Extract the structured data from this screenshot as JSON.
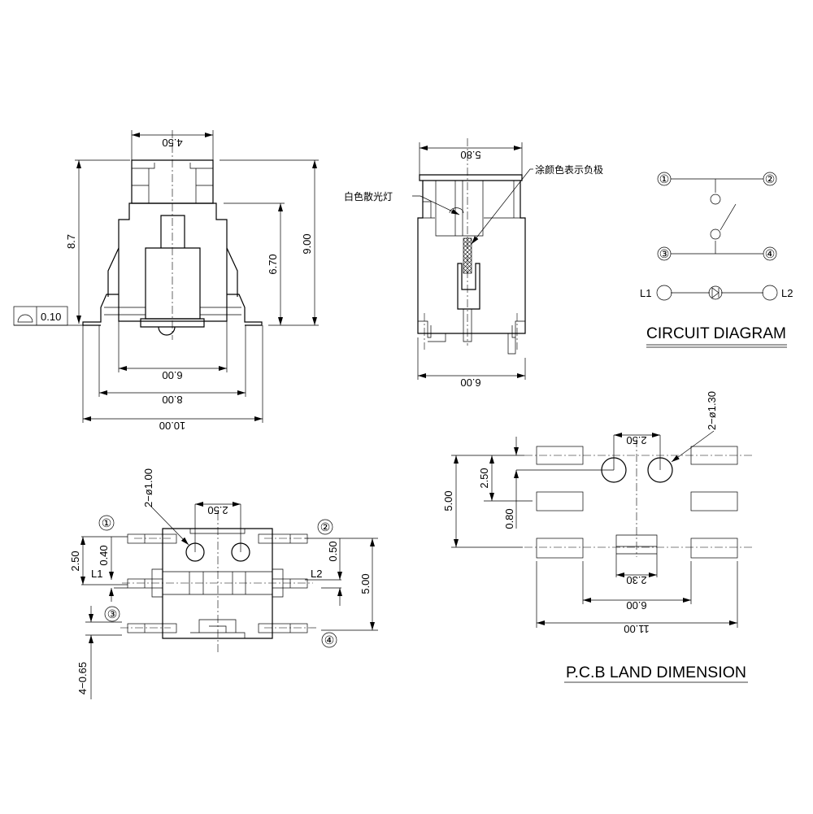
{
  "front_view": {
    "dim_top": "4.50",
    "dim_h1": "8.7",
    "dim_h2": "9.00",
    "dim_h3": "6.70",
    "dim_w1": "6.00",
    "dim_w2": "8.00",
    "dim_w3": "10.00",
    "tolerance": "0.10"
  },
  "side_view": {
    "dim_top": "5.80",
    "dim_bottom": "6.00",
    "label_cathode": "涂颜色表示负极",
    "label_led": "白色散光灯"
  },
  "circuit": {
    "title": "CIRCUIT DIAGRAM",
    "pins": [
      "①",
      "②",
      "③",
      "④"
    ],
    "l1": "L1",
    "l2": "L2"
  },
  "bottom_view": {
    "pins": [
      "①",
      "②",
      "③",
      "④"
    ],
    "l1": "L1",
    "l2": "L2",
    "dim_holes": "2−ø1.00",
    "dim_pitch": "2.50",
    "dim_left": "2.50",
    "dim_040": "0.40",
    "dim_050": "0.50",
    "dim_500": "5.00",
    "dim_pad": "4−0.65"
  },
  "pcb": {
    "title": "P.C.B LAND DIMENSION",
    "dim_holes": "2−ø1.30",
    "dim_pitch": "2.50",
    "dim_500": "5.00",
    "dim_250": "2.50",
    "dim_080": "0.80",
    "dim_230": "2.30",
    "dim_600": "6.00",
    "dim_1100": "11.00"
  }
}
